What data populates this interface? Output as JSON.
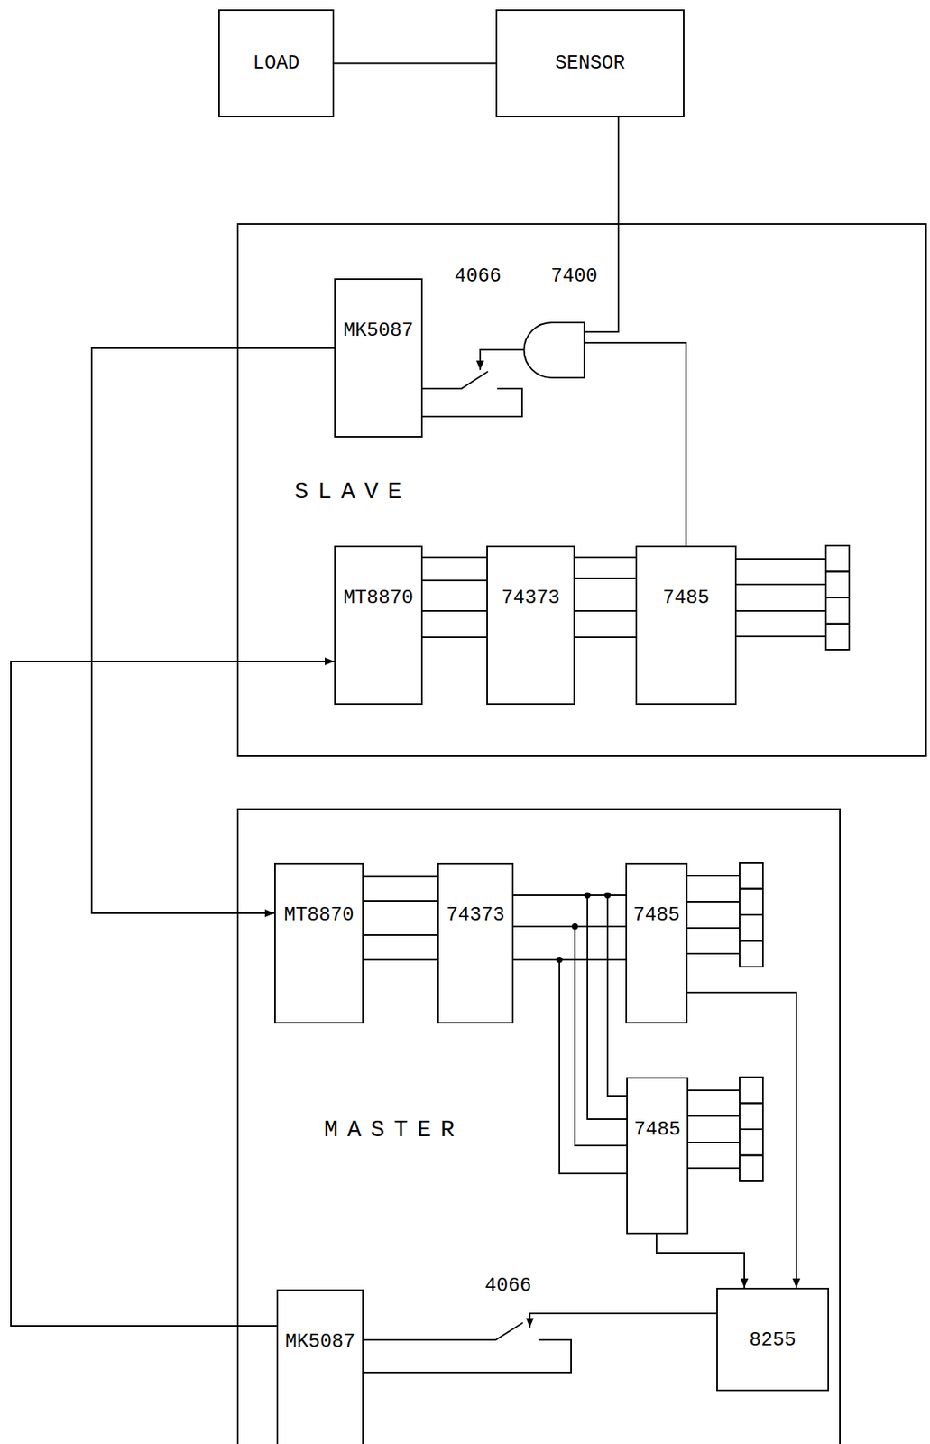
{
  "diagram": {
    "nodes": [
      {
        "text": [
          "LOAD"
        ]
      },
      {
        "text": [
          "SENSOR"
        ]
      },
      {
        "text": [
          "SLAVE"
        ]
      },
      {
        "text": [
          "MK5087"
        ],
        "in": 2
      },
      {
        "text": [
          "MT8870"
        ],
        "in": 2
      },
      {
        "text": [
          "74373"
        ],
        "in": 2
      },
      {
        "text": [
          "7485"
        ],
        "in": 2
      },
      {
        "text": [
          "MASTER"
        ]
      },
      {
        "text": [
          "MT8870"
        ],
        "in": 7
      },
      {
        "text": [
          "74373"
        ],
        "in": 7
      },
      {
        "text": [
          "7485"
        ],
        "in": 7
      },
      {
        "text": [
          "7485"
        ],
        "in": 7
      },
      {
        "text": [
          "MK5087"
        ],
        "in": 7
      },
      {
        "text": [
          "8255"
        ],
        "in": 7
      }
    ],
    "edges": [
      {
        "from": 0,
        "to": 1,
        "arrow": "none"
      },
      {
        "from": 3,
        "to": 8,
        "arrow": "to"
      },
      {
        "from": 12,
        "to": 4,
        "arrow": "to"
      },
      {
        "from": 4,
        "to": 5,
        "arrow": "none"
      },
      {
        "from": 5,
        "to": 6,
        "arrow": "none"
      },
      {
        "from": 8,
        "to": 9,
        "arrow": "none"
      },
      {
        "from": 9,
        "to": 10,
        "arrow": "none"
      },
      {
        "from": 9,
        "to": 11,
        "arrow": "none"
      },
      {
        "from": 10,
        "to": 13,
        "arrow": "to"
      },
      {
        "from": 11,
        "to": 13,
        "arrow": "to"
      }
    ],
    "labels": [
      "4066",
      "7400",
      "4066"
    ]
  }
}
